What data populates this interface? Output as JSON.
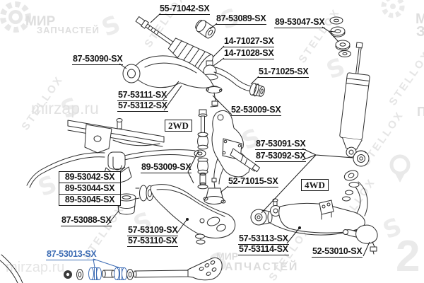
{
  "callouts": {
    "c55_71042": "55-71042-SX",
    "c87_53089": "87-53089-SX",
    "c89_53047": "89-53047-SX",
    "c87_53090": "87-53090-SX",
    "c14_71027": "14-71027-SX",
    "c14_71028": "14-71028-SX",
    "c51_71025": "51-71025-SX",
    "c57_53111": "57-53111-SX",
    "c57_53112": "57-53112-SX",
    "c52_53009": "52-53009-SX",
    "c87_53091": "87-53091-SX",
    "c87_53092": "87-53092-SX",
    "c89_53042": "89-53042-SX",
    "c89_53044": "89-53044-SX",
    "c89_53045": "89-53045-SX",
    "c89_53009": "89-53009-SX",
    "c52_71015": "52-71015-SX",
    "c87_53088": "87-53088-SX",
    "c57_53109": "57-53109-SX",
    "c57_53110": "57-53110-SX",
    "c87_53013": "87-53013-SX",
    "c57_53113": "57-53113-SX",
    "c57_53114": "57-53114-SX",
    "c52_53010": "52-53010-SX"
  },
  "drive_badges": {
    "two_wd": "2WD",
    "four_wd": "4WD"
  },
  "highlight": {
    "part": "87-53013-SX",
    "color": "#3d6cb4"
  },
  "watermark": {
    "brand": "STELLOX",
    "site": "mirzap.ru",
    "word1": "МИР",
    "word2": "ЗАПЧАСТЕЙ",
    "letter_m": "М",
    "letter_z": "З",
    "letter_p": "П",
    "digit": "2",
    "logo_s": "S"
  },
  "colors": {
    "line": "#2b2b2b",
    "label": "#161616",
    "highlight": "#3d6cb4",
    "watermark": "#e6e6e6"
  }
}
